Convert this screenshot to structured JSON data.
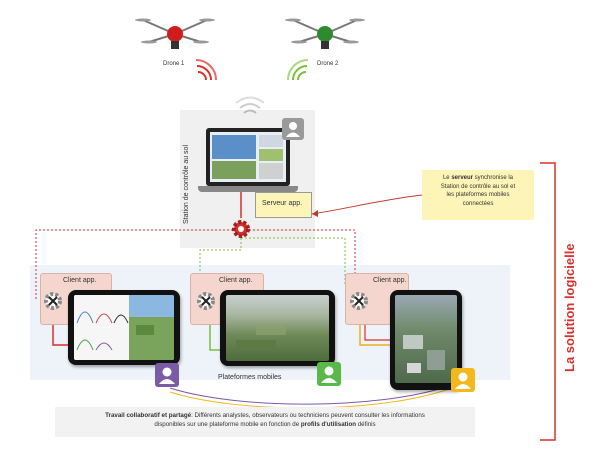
{
  "drones": [
    {
      "label": "Drone 1",
      "color": "#d01c1c"
    },
    {
      "label": "Drone 2",
      "color": "#2f8a2f"
    }
  ],
  "ground_station": {
    "label": "Station de contrôle au sol"
  },
  "server": {
    "label": "Serveur app."
  },
  "clients": [
    {
      "label": "Client app."
    },
    {
      "label": "Client app."
    },
    {
      "label": "Client app."
    }
  ],
  "platforms_label": "Plateformes mobiles",
  "server_note": {
    "line1_prefix": "Le ",
    "line1_bold": "serveur",
    "line1_suffix": " synchronise la",
    "line2": "Station de contrôle au sol et",
    "line3": "les plateformes mobiles",
    "line4": "connectées"
  },
  "solution_label": "La solution logicielle",
  "footer": {
    "bold1": "Travail collaboratif et partagé",
    "text1": ": Différents analystes, observateurs ou techniciens peuvent consulter les informations",
    "text2": "disponibles sur une plateforme mobile en fonction de ",
    "bold2": "profils d'utilisation",
    "text3": " définis"
  },
  "colors": {
    "red_line": "#d9302a",
    "green_line": "#7cbf3a",
    "purple_user": "#7b5aa6",
    "green_user": "#58b848",
    "yellow_user": "#f2b81c",
    "grey_user": "#9a9a9a",
    "note_bg": "#fdf5b8",
    "bracket": "#d9302a"
  }
}
